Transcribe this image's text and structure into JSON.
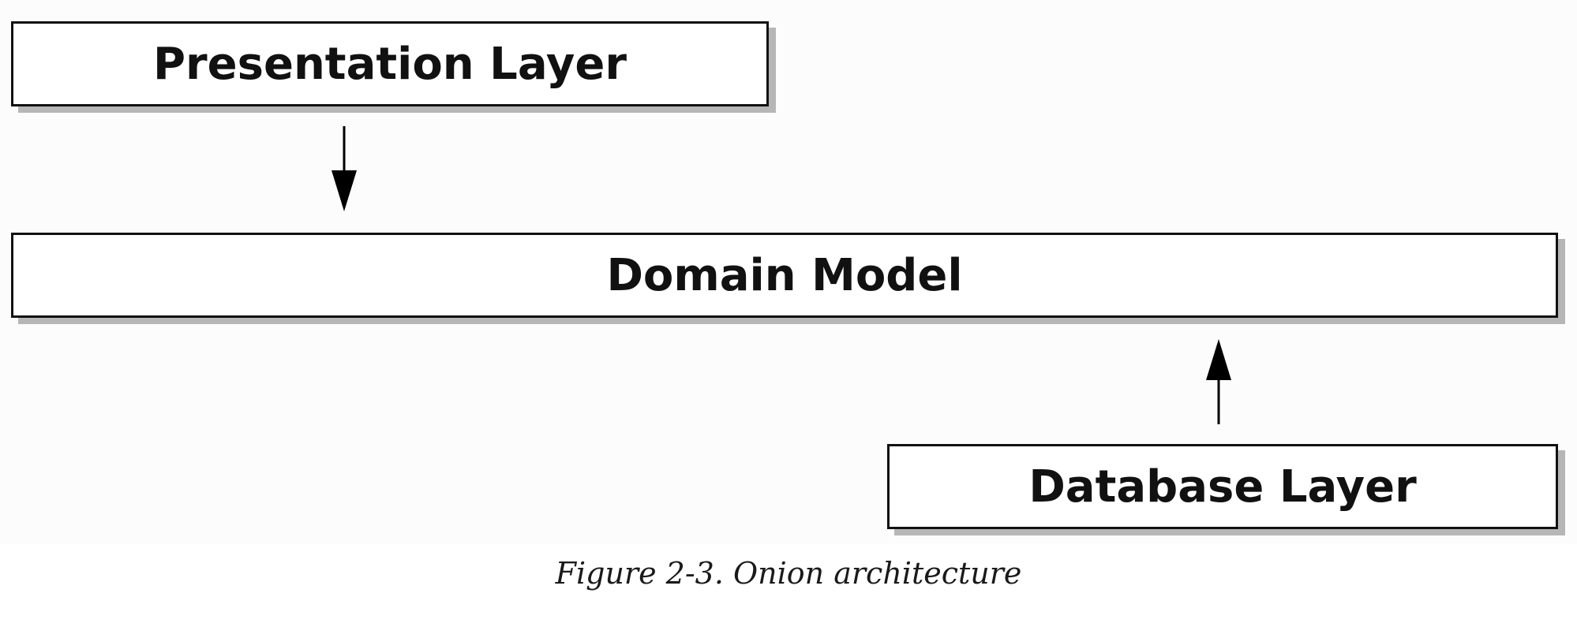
{
  "diagram": {
    "layers": {
      "presentation": "Presentation Layer",
      "domain": "Domain Model",
      "database": "Database Layer"
    },
    "arrows": [
      {
        "from": "presentation",
        "to": "domain",
        "direction": "down"
      },
      {
        "from": "database",
        "to": "domain",
        "direction": "up"
      }
    ]
  },
  "caption": "Figure 2-3. Onion architecture",
  "colors": {
    "box_border": "#111111",
    "box_fill": "#ffffff",
    "arrow": "#000000"
  }
}
